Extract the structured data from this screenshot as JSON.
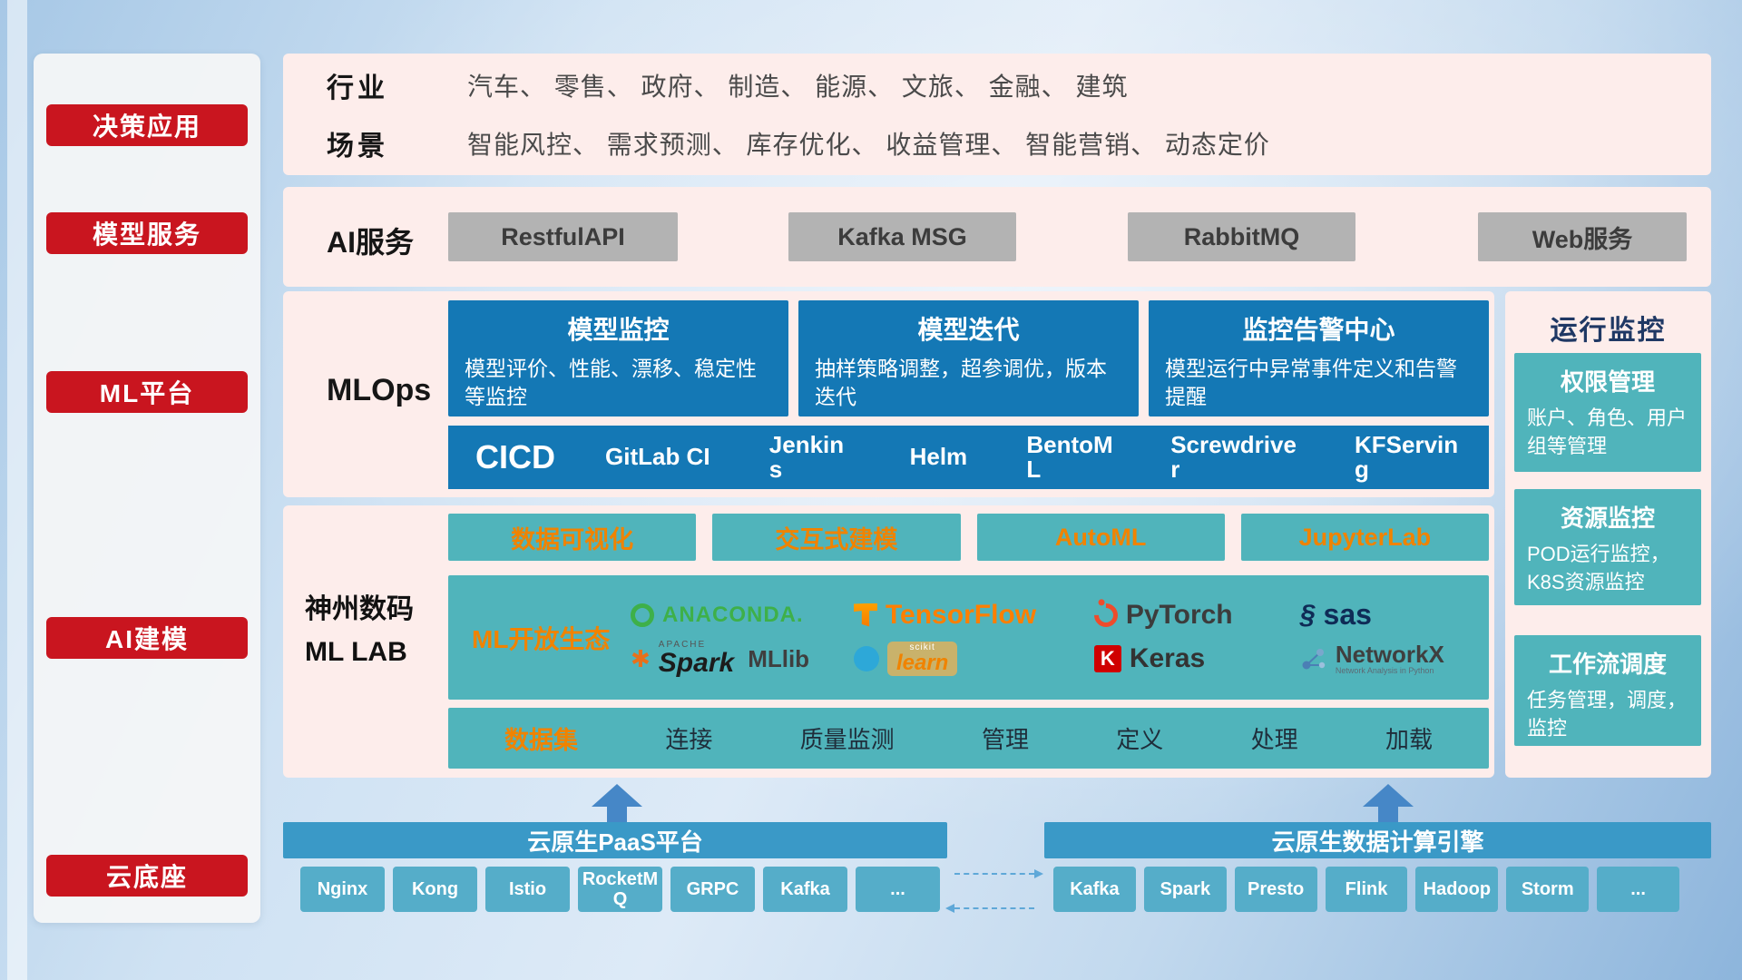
{
  "colors": {
    "red": "#c9151f",
    "pink_panel": "#fdedeb",
    "blue_card": "#1478b5",
    "teal": "#50b4bb",
    "orange": "#f08300",
    "bottom_bar": "#3a99c7",
    "bottom_btn": "#55adc9",
    "gray_btn": "#b3b3b3"
  },
  "sidebar": {
    "items": [
      {
        "label": "决策应用"
      },
      {
        "label": "模型服务"
      },
      {
        "label": "ML平台"
      },
      {
        "label": "AI建模"
      },
      {
        "label": "云底座"
      }
    ]
  },
  "industry": {
    "row1_label": "行业",
    "row1_text": "汽车、 零售、 政府、 制造、 能源、 文旅、 金融、 建筑",
    "row2_label": "场景",
    "row2_text": "智能风控、 需求预测、 库存优化、 收益管理、 智能营销、 动态定价"
  },
  "ai_service": {
    "label": "AI服务",
    "items": [
      "RestfulAPI",
      "Kafka MSG",
      "RabbitMQ",
      "Web服务"
    ]
  },
  "mlops": {
    "label": "MLOps",
    "cards": [
      {
        "title": "模型监控",
        "desc": "模型评价、性能、漂移、稳定性等监控"
      },
      {
        "title": "模型迭代",
        "desc": "抽样策略调整，超参调优，版本迭代"
      },
      {
        "title": "监控告警中心",
        "desc": "模型运行中异常事件定义和告警提醒"
      }
    ],
    "cicd": {
      "label": "CICD",
      "items": [
        "GitLab CI",
        "Jenkins",
        "Helm",
        "BentoML",
        "Screwdriver",
        "KFServing"
      ]
    }
  },
  "mllab": {
    "label_line1": "神州数码",
    "label_line2": "ML LAB",
    "top_buttons": [
      "数据可视化",
      "交互式建模",
      "AutoML",
      "JupyterLab"
    ],
    "ecosystem": {
      "label": "ML开放生态",
      "logos": {
        "anaconda": {
          "name": "ANACONDA."
        },
        "tensorflow": {
          "name": "TensorFlow"
        },
        "pytorch": {
          "name": "PyTorch"
        },
        "sas": {
          "glyph": "§",
          "name": "sas"
        },
        "spark": {
          "star": "✱",
          "apache": "APACHE",
          "name": "Spark",
          "suffix": "MLlib"
        },
        "sklearn": {
          "sub": "scikit",
          "name": "learn"
        },
        "keras": {
          "k": "K",
          "name": "Keras"
        },
        "networkx": {
          "name": "NetworkX",
          "sub": "Network Analysis in Python"
        }
      }
    },
    "dataset": {
      "label": "数据集",
      "items": [
        "连接",
        "质量监测",
        "管理",
        "定义",
        "处理",
        "加载"
      ]
    }
  },
  "monitor": {
    "title": "运行监控",
    "cards": [
      {
        "title": "权限管理",
        "desc": "账户、角色、用户组等管理"
      },
      {
        "title": "资源监控",
        "desc": "POD运行监控，K8S资源监控"
      },
      {
        "title": "工作流调度",
        "desc": "任务管理，调度，监控"
      }
    ]
  },
  "bottom": {
    "paas": {
      "title": "云原生PaaS平台",
      "items": [
        "Nginx",
        "Kong",
        "Istio",
        "RocketMQ",
        "GRPC",
        "Kafka",
        "..."
      ]
    },
    "engine": {
      "title": "云原生数据计算引擎",
      "items": [
        "Kafka",
        "Spark",
        "Presto",
        "Flink",
        "Hadoop",
        "Storm",
        "..."
      ]
    }
  }
}
